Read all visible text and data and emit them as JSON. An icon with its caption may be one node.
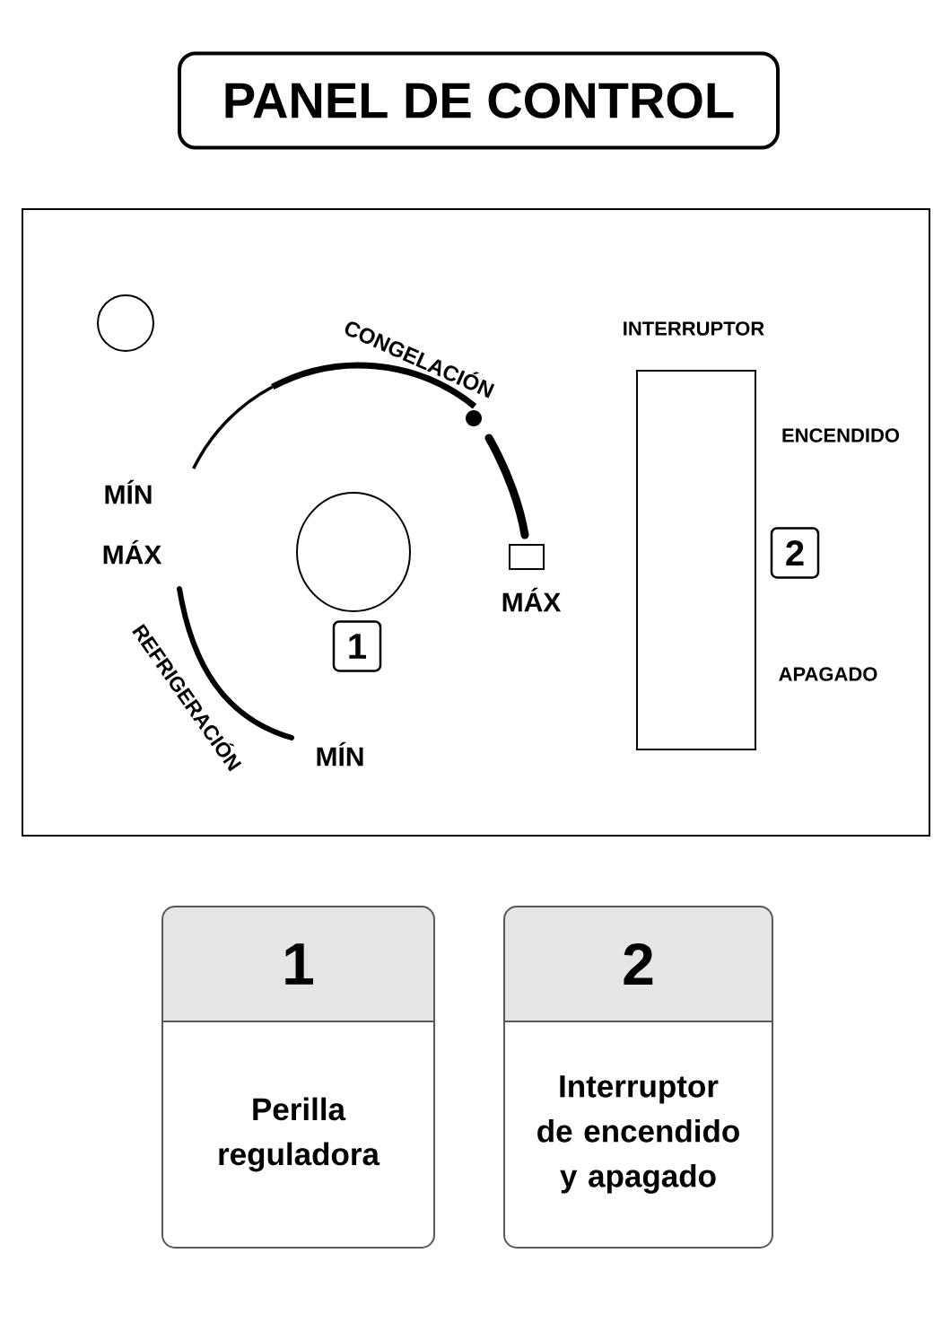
{
  "diagram": {
    "title": "PANEL DE CONTROL",
    "nodes": [
      {
        "text": [
          "1"
        ]
      },
      {
        "text": [
          "2"
        ]
      },
      {
        "text": [
          "1",
          "Perilla reguladora"
        ]
      },
      {
        "text": [
          "2",
          "Interruptor de encendido y apagado"
        ]
      }
    ],
    "labels": [
      "CONGELACIÓN",
      "INTERRUPTOR",
      "ENCENDIDO",
      "MÍN",
      "MÁX",
      "MÁX",
      "APAGADO",
      "REFRIGERACIÓN",
      "MÍN"
    ]
  }
}
